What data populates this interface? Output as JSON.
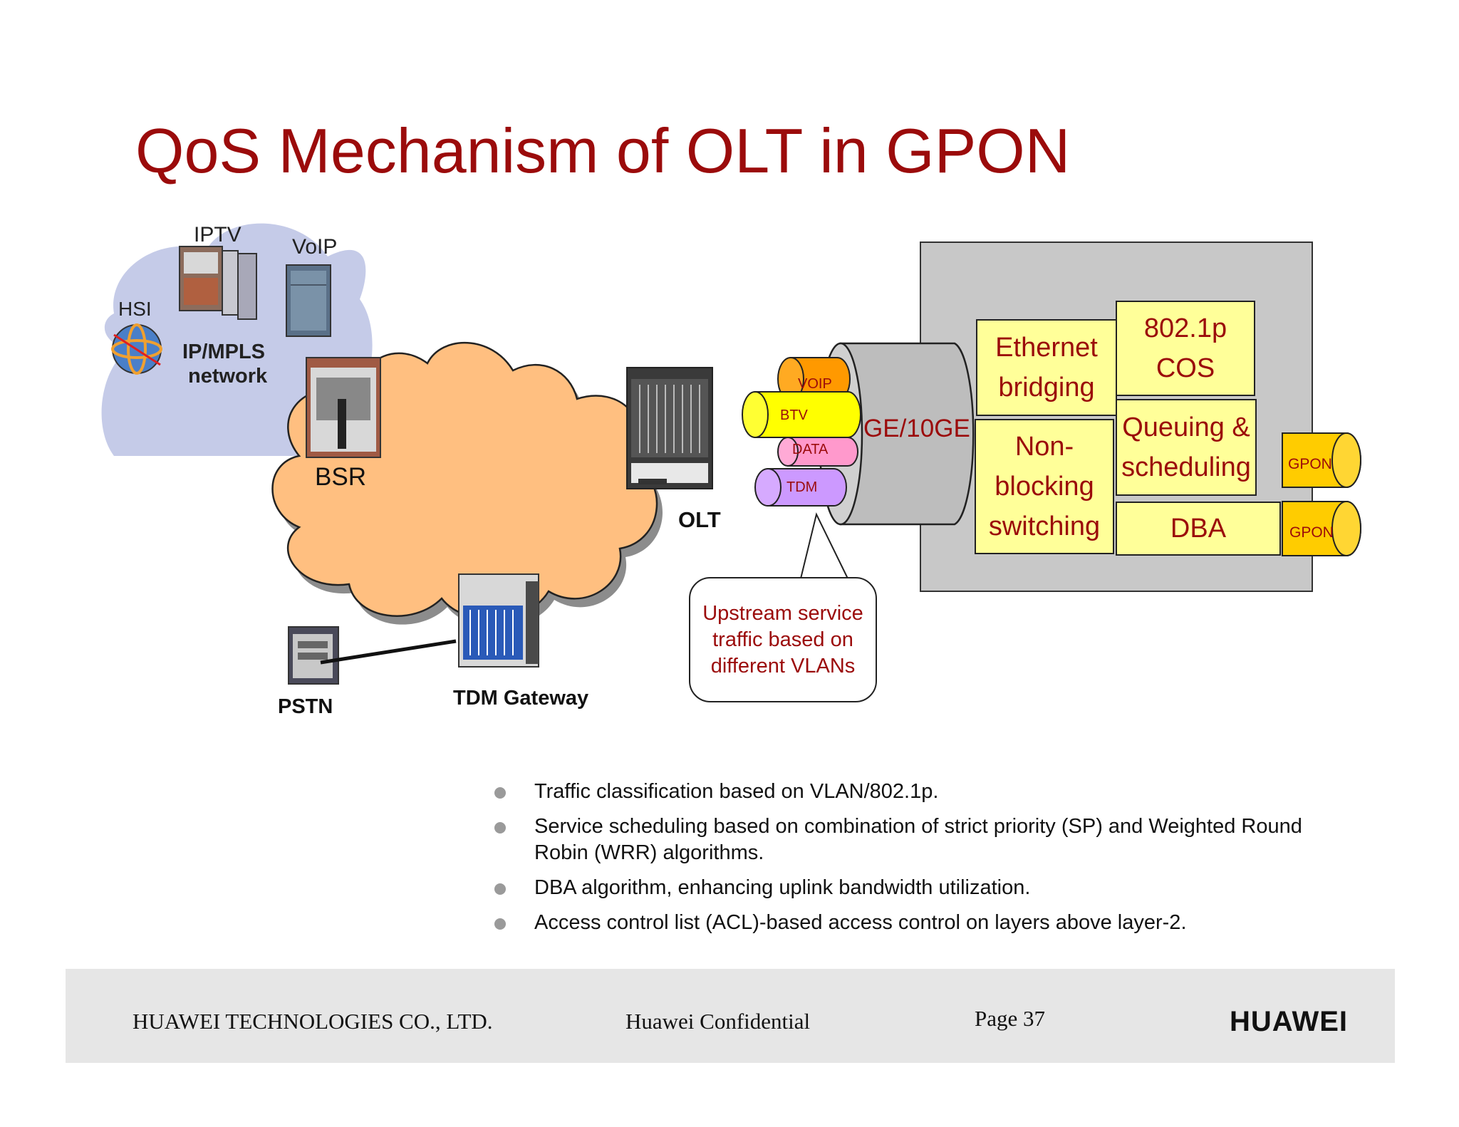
{
  "title": "QoS Mechanism of OLT in GPON",
  "network": {
    "iptv": "IPTV",
    "voip": "VoIP",
    "hsi": "HSI",
    "ipmpls_line1": "IP/MPLS",
    "ipmpls_line2": "network",
    "bsr": "BSR",
    "olt": "OLT",
    "pstn": "PSTN",
    "tdm_gateway": "TDM Gateway"
  },
  "tubes": {
    "voip": "VOIP",
    "btv": "BTV",
    "data": "DATA",
    "tdm": "TDM",
    "uplink": "GE/10GE"
  },
  "olt_functions": {
    "ethernet_bridging": "Ethernet bridging",
    "cos": "802.1p COS",
    "non_blocking": "Non-blocking switching",
    "queuing": "Queuing & scheduling",
    "dba": "DBA",
    "gpon_port_1": "GPON",
    "gpon_port_2": "GPON"
  },
  "callout": "Upstream service traffic based on different VLANs",
  "bullets": [
    "Traffic classification based on VLAN/802.1p.",
    "Service scheduling based on combination of strict priority (SP) and Weighted Round Robin (WRR) algorithms.",
    "DBA algorithm, enhancing uplink bandwidth utilization.",
    "Access control list (ACL)-based access control on layers above layer-2."
  ],
  "footer": {
    "company": "HUAWEI TECHNOLOGIES CO., LTD.",
    "confidential": "Huawei Confidential",
    "page": "Page 37",
    "logo_text": "HUAWEI"
  },
  "colors": {
    "title": "#9b0b0b",
    "cloud_orange": "#ffbf80",
    "cloud_blue": "#c5cbe8",
    "box_yellow": "#ffff99",
    "olt_panel": "#c8c8c8",
    "tube_gray": "#bdbdbd",
    "tube_voip": "#ff9900",
    "tube_btv": "#ffff00",
    "tube_data": "#ff99cc",
    "tube_tdm": "#cc99ff",
    "tube_gpon": "#ffcc00",
    "logo_red": "#e60012"
  }
}
